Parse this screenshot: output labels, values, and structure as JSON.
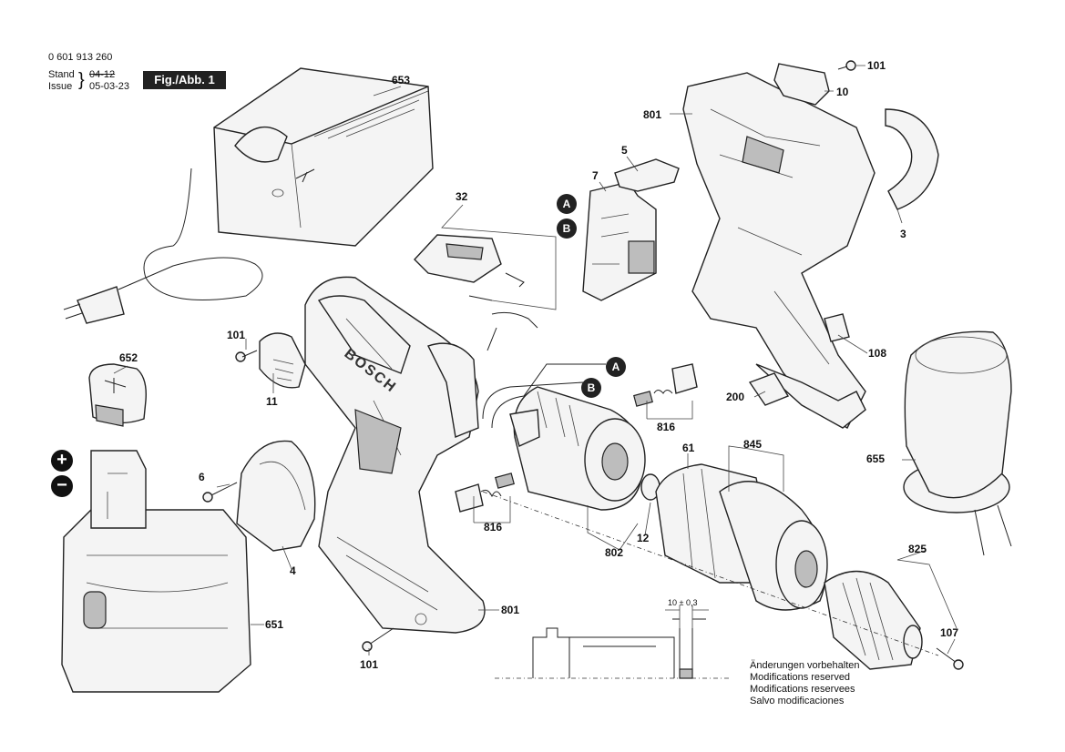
{
  "header": {
    "part_number": "0 601 913 260",
    "stand_label": "Stand",
    "issue_label": "Issue",
    "stand_value": "04-12",
    "issue_value": "05-03-23",
    "figure_label": "Fig./Abb. 1"
  },
  "callouts": {
    "c653": "653",
    "c101_top": "101",
    "c10": "10",
    "c801_top": "801",
    "c5": "5",
    "c7": "7",
    "c32": "32",
    "c3": "3",
    "c108": "108",
    "c101_left": "101",
    "c11": "11",
    "c652": "652",
    "c200": "200",
    "c816_right": "816",
    "c655": "655",
    "c61": "61",
    "c845": "845",
    "c6": "6",
    "c4": "4",
    "c816_left": "816",
    "c802": "802",
    "c12": "12",
    "c825": "825",
    "c651": "651",
    "c801_bottom": "801",
    "c101_bottom": "101",
    "c107": "107"
  },
  "connectors": {
    "A": "A",
    "B": "B"
  },
  "polarity": {
    "plus": "+",
    "minus": "−"
  },
  "dimension": "10 ± 0,3",
  "brand_text": "BOSCH",
  "modifications": [
    "Änderungen vorbehalten",
    "Modifications reserved",
    "Modifications reservees",
    "Salvo modificaciones"
  ],
  "colors": {
    "line": "#222222",
    "fill": "#f4f4f4",
    "shade": "#bdbdbd",
    "badge": "#222222"
  }
}
